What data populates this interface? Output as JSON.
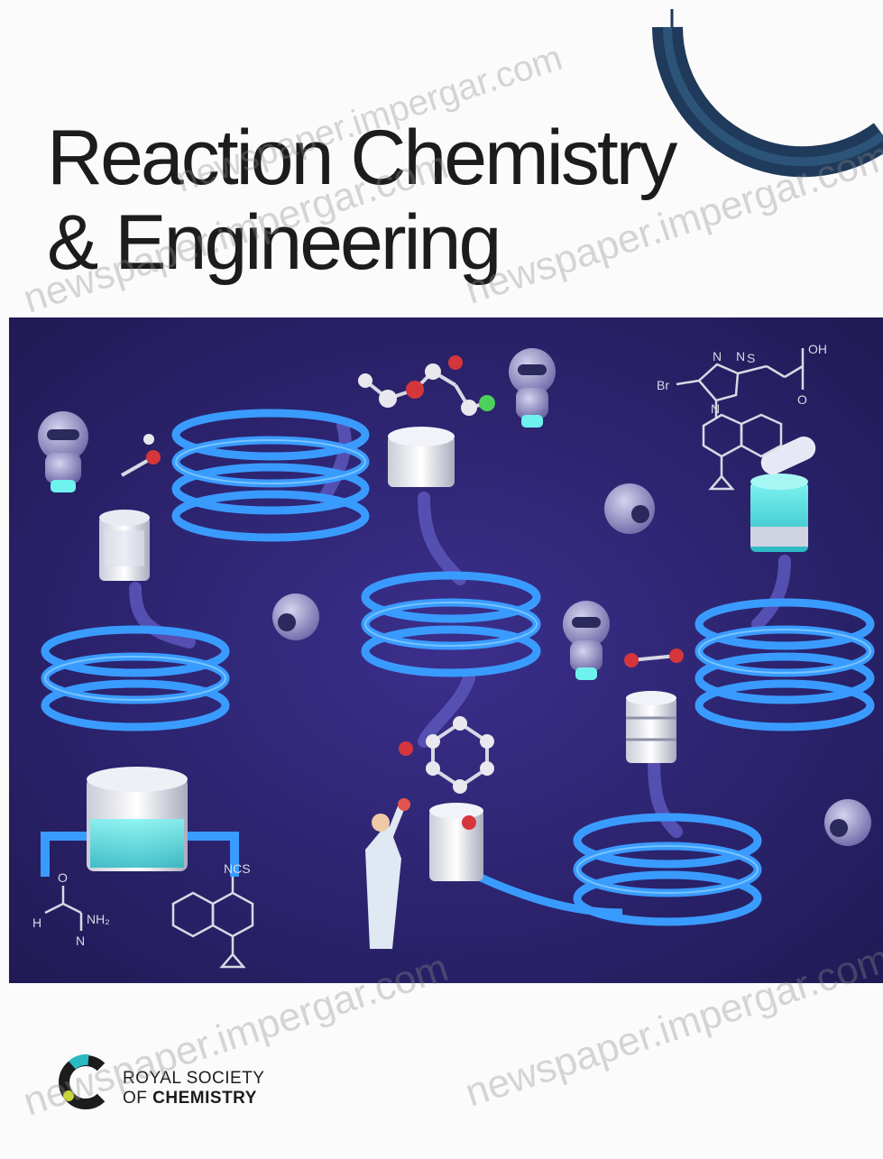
{
  "journal": {
    "title_line1": "Reaction Chemistry",
    "title_line2": "& Engineering"
  },
  "publisher": {
    "line1": "ROYAL SOCIETY",
    "line2_prefix": "OF ",
    "line2_strong": "CHEMISTRY"
  },
  "artwork": {
    "labels": {
      "br": "Br",
      "n": "N",
      "oh": "OH",
      "o": "O",
      "s": "S",
      "ncs": "NCS",
      "nh2": "NH₂",
      "h": "H"
    }
  },
  "watermarks": [
    "newspaper.impergar.com",
    "newspaper.impergar.com",
    "newspaper.impergar.com",
    "newspaper.impergar.com",
    "newspaper.impergar.com"
  ],
  "colors": {
    "background": "#fbfbfb",
    "artwork_bg": "#2a2468",
    "coil": "#3a9bff",
    "coil_glow": "#7ad0ff",
    "title": "#1c1c1c",
    "arc": "#1f3a5a"
  }
}
